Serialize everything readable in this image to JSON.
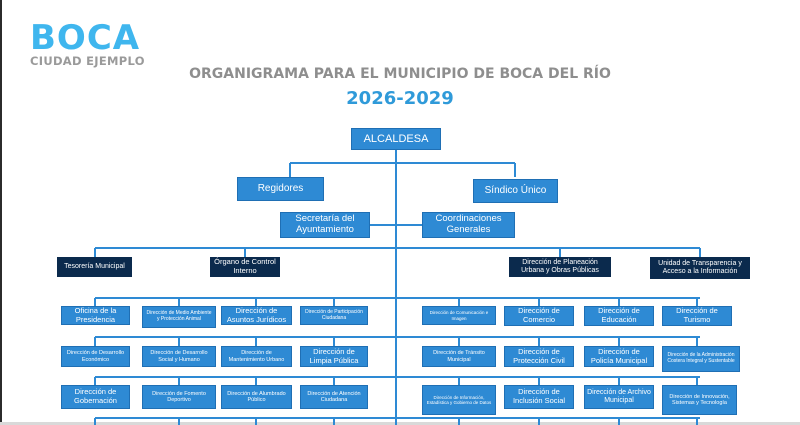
{
  "logo": {
    "brand": "BOCA",
    "subtitle": "CIUDAD EJEMPLO"
  },
  "header": {
    "title": "ORGANIGRAMA PARA EL MUNICIPIO DE BOCA DEL RÍO",
    "period": "2026-2029"
  },
  "org": {
    "alcaldesa": "ALCALDESA",
    "regidores": "Regidores",
    "sindico": "Síndico Único",
    "secretaria": "Secretaría del Ayuntamiento",
    "coordinaciones": "Coordinaciones Generales",
    "tesoreria": "Tesorería Municipal",
    "organo_control": "Órgano de Control Interno",
    "planeacion": "Dirección de Planeación Urbana y Obras Públicas",
    "transparencia": "Unidad de Transparencia y Acceso a la Información",
    "row1": [
      "Oficina de la Presidencia",
      "Dirección de Medio Ambiente y Protección Animal",
      "Dirección de Asuntos Jurídicos",
      "Dirección de Participación Ciudadana",
      "Dirección de Comunicación e Imagen",
      "Dirección de Comercio",
      "Dirección de Educación",
      "Dirección de Turismo"
    ],
    "row2": [
      "Dirección de Desarrollo Económico",
      "Dirección de Desarrollo Social y Humano",
      "Dirección de Mantenimiento Urbano",
      "Dirección de Limpia Pública",
      "Dirección de Tránsito Municipal",
      "Dirección de Protección Civil",
      "Dirección de Policía Municipal",
      "Dirección de la Administración Costera Integral y Sustentable"
    ],
    "row3": [
      "Dirección de Gobernación",
      "Dirección de Fomento Deportivo",
      "Dirección de Alumbrado Público",
      "Dirección de Atención Ciudadana",
      "Dirección de Información, Estadística y Gobierno de Datos",
      "Dirección de Inclusión Social",
      "Dirección de Archivo Municipal",
      "Dirección de Innovación, Sistemas y Tecnología"
    ]
  },
  "colors": {
    "box_blue": "#2e8ad4",
    "box_dark": "#0b2a4d",
    "lines": "#2e8ad4",
    "period": "#2f9ad9",
    "logo": "#3fb6ee"
  }
}
